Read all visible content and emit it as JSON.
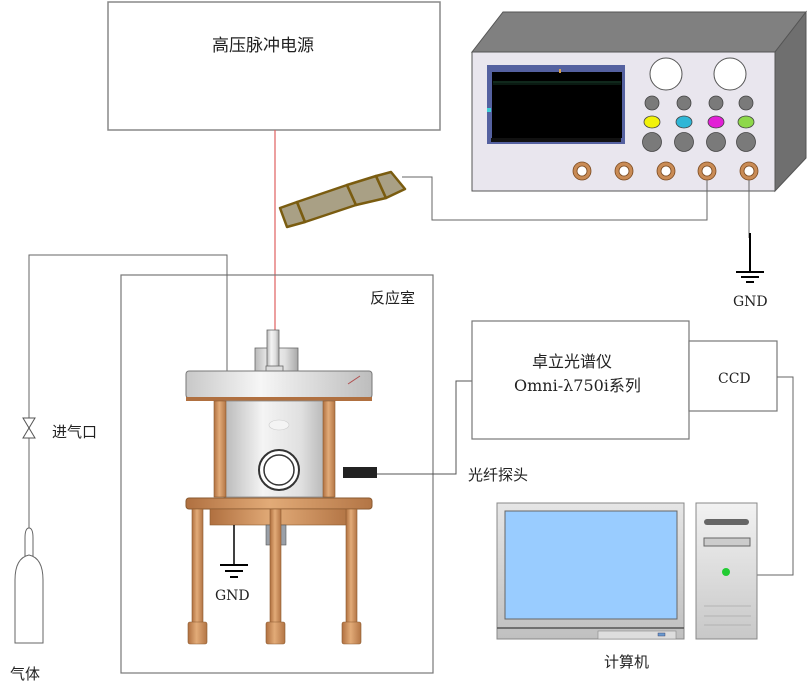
{
  "labels": {
    "power_supply": "高压脉冲电源",
    "chamber": "反应室",
    "spectrometer_line1": "卓立光谱仪",
    "spectrometer_line2": "Omni-λ750i系列",
    "ccd": "CCD",
    "fiber_probe": "光纤探头",
    "gas_inlet": "进气口",
    "gas": "气体",
    "computer": "计算机",
    "gnd_oscilloscope": "GND",
    "gnd_chamber": "GND"
  },
  "oscilloscope": {
    "knob_count": 2,
    "button_rows": [
      [
        "#7a7a7a",
        "#7a7a7a",
        "#7a7a7a",
        "#7a7a7a"
      ],
      [
        "#f2f20a",
        "#2fb6d6",
        "#e21fd6",
        "#8ed84a"
      ],
      [
        "#7a7a7a",
        "#7a7a7a",
        "#7a7a7a",
        "#7a7a7a"
      ]
    ],
    "connector_count": 5
  },
  "colors": {
    "copper": "#c98b55",
    "probe": "#a9a085",
    "probe_outline": "#7a5c10",
    "hv_wire": "#e06060",
    "monitor_screen": "#99ccff",
    "pc_led": "#22cc33",
    "line": "#555555"
  }
}
